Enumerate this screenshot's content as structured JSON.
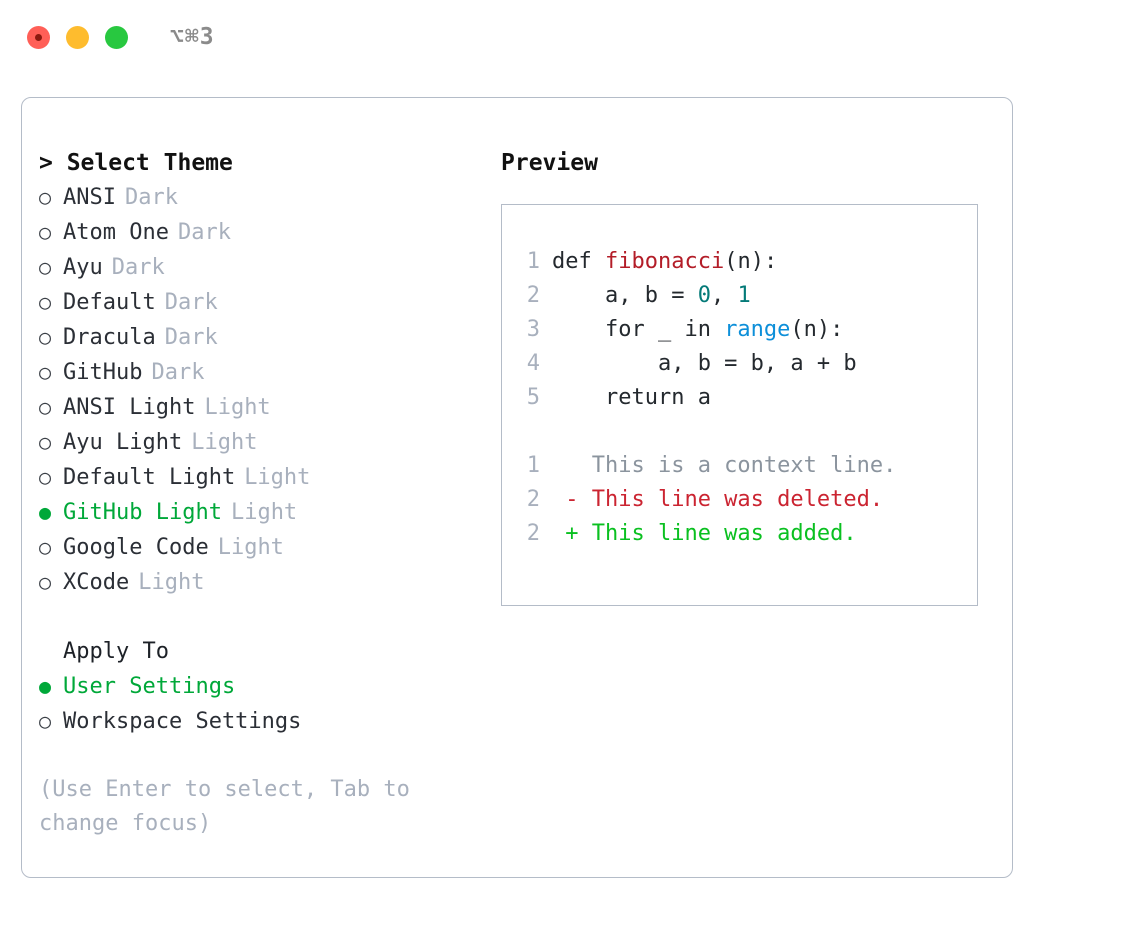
{
  "titlebar": {
    "shortcut": "⌥⌘3",
    "buttons": [
      {
        "name": "close",
        "color": "#ff5f57"
      },
      {
        "name": "minimize",
        "color": "#febc2e"
      },
      {
        "name": "maximize",
        "color": "#28c840"
      }
    ]
  },
  "theme_picker": {
    "heading": "> Select Theme",
    "selected": "GitHub Light",
    "options": [
      {
        "marker": "○",
        "label": "ANSI",
        "tag": "Dark",
        "selected": false
      },
      {
        "marker": "○",
        "label": "Atom One",
        "tag": "Dark",
        "selected": false
      },
      {
        "marker": "○",
        "label": "Ayu",
        "tag": "Dark",
        "selected": false
      },
      {
        "marker": "○",
        "label": "Default",
        "tag": "Dark",
        "selected": false
      },
      {
        "marker": "○",
        "label": "Dracula",
        "tag": "Dark",
        "selected": false
      },
      {
        "marker": "○",
        "label": "GitHub",
        "tag": "Dark",
        "selected": false
      },
      {
        "marker": "○",
        "label": "ANSI Light",
        "tag": "Light",
        "selected": false
      },
      {
        "marker": "○",
        "label": "Ayu Light",
        "tag": "Light",
        "selected": false
      },
      {
        "marker": "○",
        "label": "Default Light",
        "tag": "Light",
        "selected": false
      },
      {
        "marker": "●",
        "label": "GitHub Light",
        "tag": "Light",
        "selected": true
      },
      {
        "marker": "○",
        "label": "Google Code",
        "tag": "Light",
        "selected": false
      },
      {
        "marker": "○",
        "label": "XCode",
        "tag": "Light",
        "selected": false
      }
    ]
  },
  "apply_to": {
    "heading": "Apply To",
    "selected": "User Settings",
    "options": [
      {
        "marker": "●",
        "label": "User Settings",
        "selected": true
      },
      {
        "marker": "○",
        "label": "Workspace Settings",
        "selected": false
      }
    ]
  },
  "hint": "(Use Enter to select, Tab to change focus)",
  "preview": {
    "heading": "Preview",
    "code_lines": [
      {
        "no": "1",
        "tokens": [
          {
            "t": "def ",
            "c": "plain"
          },
          {
            "t": "fibonacci",
            "c": "fn"
          },
          {
            "t": "(n):",
            "c": "plain"
          }
        ]
      },
      {
        "no": "2",
        "tokens": [
          {
            "t": "    a, b = ",
            "c": "plain"
          },
          {
            "t": "0",
            "c": "num"
          },
          {
            "t": ", ",
            "c": "plain"
          },
          {
            "t": "1",
            "c": "num"
          }
        ]
      },
      {
        "no": "3",
        "tokens": [
          {
            "t": "    for _ in ",
            "c": "plain"
          },
          {
            "t": "range",
            "c": "call"
          },
          {
            "t": "(n):",
            "c": "plain"
          }
        ]
      },
      {
        "no": "4",
        "tokens": [
          {
            "t": "        a, b = b, a + b",
            "c": "plain"
          }
        ]
      },
      {
        "no": "5",
        "tokens": [
          {
            "t": "    return a",
            "c": "plain"
          }
        ]
      }
    ],
    "diff_lines": [
      {
        "no": "1",
        "sign": " ",
        "text": " This is a context line.",
        "kind": "ctx"
      },
      {
        "no": "2",
        "sign": "-",
        "text": " This line was deleted.",
        "kind": "del"
      },
      {
        "no": "2",
        "sign": "+",
        "text": " This line was added.",
        "kind": "add"
      }
    ]
  },
  "colors": {
    "accent_green": "#00a839",
    "border": "#b4bcc8",
    "muted": "#a8b0bd",
    "fn": "#b31d28",
    "num": "#047a78",
    "call": "#0d8fd9",
    "diff_add": "#0ac020",
    "diff_del": "#cb2431"
  }
}
